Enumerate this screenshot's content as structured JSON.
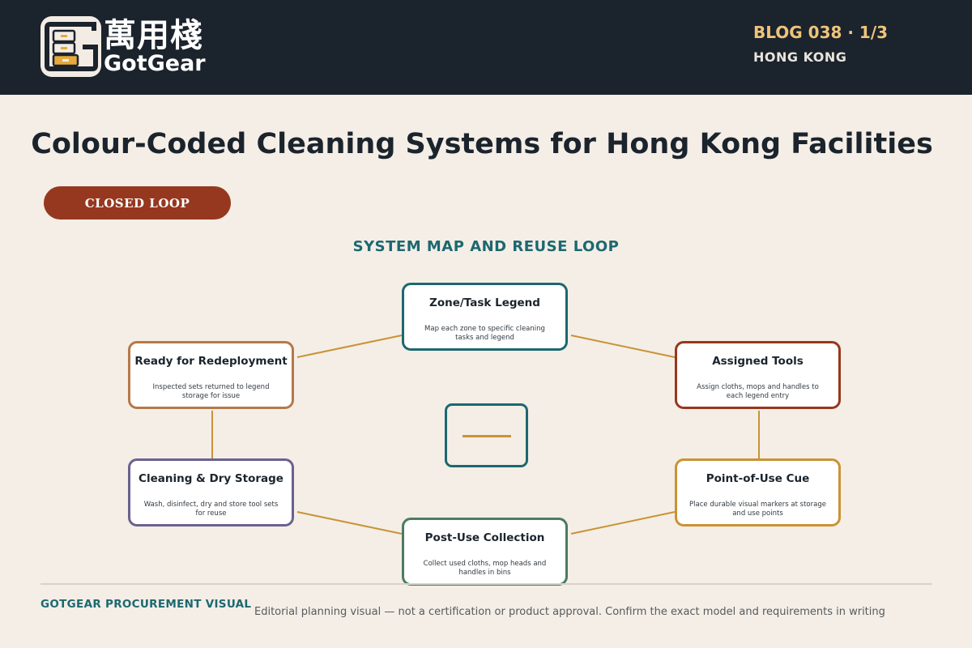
{
  "header": {
    "brand_cn": "萬用棧",
    "brand_en": "GotGear",
    "blog_number": "BLOG 038 · 1/3",
    "city": "HONG KONG"
  },
  "title": "Colour-Coded Cleaning Systems for Hong Kong Facilities",
  "badge": "CLOSED LOOP",
  "section_title": "SYSTEM MAP AND REUSE LOOP",
  "nodes": [
    {
      "title": "Zone/Task Legend",
      "desc": "Map each zone to specific cleaning tasks and legend",
      "color": "#1c6870"
    },
    {
      "title": "Assigned Tools",
      "desc": "Assign cloths, mops and handles to each legend entry",
      "color": "#96381f"
    },
    {
      "title": "Point-of-Use Cue",
      "desc": "Place durable visual markers at storage and use points",
      "color": "#c99335"
    },
    {
      "title": "Post-Use Collection",
      "desc": "Collect used cloths, mop heads and handles in bins",
      "color": "#4c7b62"
    },
    {
      "title": "Cleaning & Dry Storage",
      "desc": "Wash, disinfect, dry and store tool sets for reuse",
      "color": "#6b6190"
    },
    {
      "title": "Ready for Redeployment",
      "desc": "Inspected sets returned to legend storage for issue",
      "color": "#b5794a"
    }
  ],
  "connector_color": "#c99335",
  "footer": {
    "brand": "GOTGEAR PROCUREMENT VISUAL",
    "note": "Editorial planning visual — not a certification or product approval. Confirm the exact model and requirements in writing"
  }
}
